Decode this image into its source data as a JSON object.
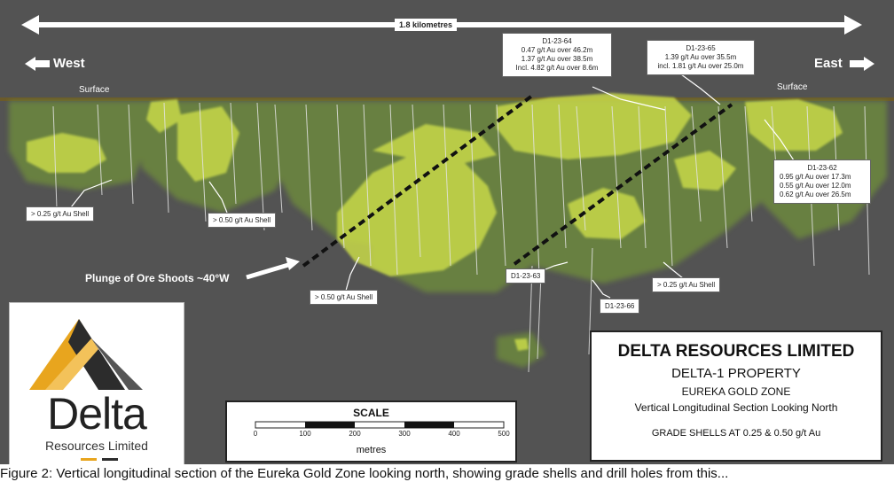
{
  "distance_label": "1.8 kilometres",
  "direction": {
    "west": "West",
    "east": "East"
  },
  "surface_label": "Surface",
  "plunge_label": "Plunge of Ore Shoots ~40°W",
  "shell_labels": {
    "low_left": "> 0.25 g/t Au Shell",
    "high_left": "> 0.50 g/t Au Shell",
    "high_center": "> 0.50 g/t Au Shell",
    "low_right": "> 0.25 g/t Au Shell"
  },
  "holes": {
    "d1_23_64": {
      "id": "D1-23-64",
      "lines": [
        "0.47 g/t Au over 46.2m",
        "1.37 g/t Au over 38.5m",
        "Incl. 4.82 g/t Au over 8.6m"
      ]
    },
    "d1_23_65": {
      "id": "D1-23-65",
      "lines": [
        "1.39 g/t Au over 35.5m",
        "incl. 1.81 g/t Au over 25.0m"
      ]
    },
    "d1_23_62": {
      "id": "D1-23-62",
      "lines": [
        "0.95 g/t Au over 17.3m",
        "0.55 g/t Au over 12.0m",
        "0.62 g/t Au over 26.5m"
      ]
    },
    "d1_23_63": {
      "id": "D1-23-63"
    },
    "d1_23_66": {
      "id": "D1-23-66"
    }
  },
  "title_box": {
    "company": "DELTA RESOURCES LIMITED",
    "property": "DELTA-1 PROPERTY",
    "zone": "EUREKA GOLD ZONE",
    "section": "Vertical Longitudinal Section Looking North",
    "grades": "GRADE SHELLS AT 0.25 & 0.50 g/t Au"
  },
  "scale": {
    "title": "SCALE",
    "ticks": [
      "0",
      "100",
      "200",
      "300",
      "400",
      "500"
    ],
    "unit": "metres"
  },
  "logo": {
    "name": "Delta",
    "subtitle": "Resources Limited"
  },
  "caption": "Figure 2: Vertical longitudinal section of the Eureka Gold Zone looking north, showing grade shells and drill holes from this...",
  "colors": {
    "background": "#535353",
    "shell_high": "#c8d94a",
    "shell_low": "#6f8f3a",
    "logo_gold": "#e8a51e",
    "logo_dark": "#2c2c2c"
  }
}
